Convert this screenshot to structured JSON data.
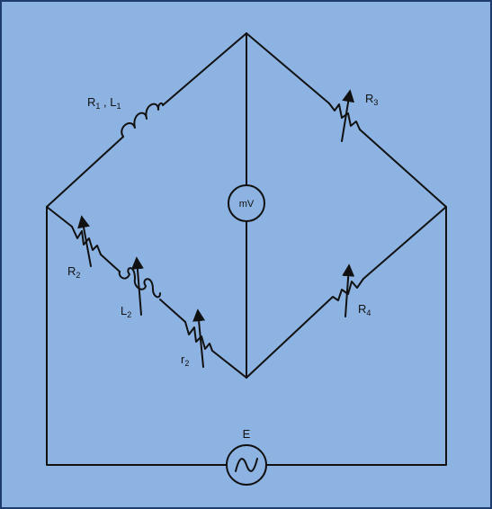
{
  "diagram": {
    "background": "#8db3e2",
    "border_color": "#1f3c6e",
    "wire_color": "#111111",
    "components": {
      "r1_l1": {
        "symbol": "R",
        "sub": "1",
        "sep": " , ",
        "symbol2": "L",
        "sub2": "1",
        "icon": "inductor-icon"
      },
      "r3": {
        "symbol": "R",
        "sub": "3",
        "icon": "variable-resistor-icon"
      },
      "r2": {
        "symbol": "R",
        "sub": "2",
        "icon": "variable-resistor-icon"
      },
      "l2": {
        "symbol": "L",
        "sub": "2",
        "icon": "variable-inductor-icon"
      },
      "r_small2": {
        "symbol": "r",
        "sub": "2",
        "icon": "variable-resistor-icon"
      },
      "r4": {
        "symbol": "R",
        "sub": "4",
        "icon": "variable-resistor-icon"
      },
      "meter": {
        "label": "mV",
        "icon": "millivoltmeter-icon"
      },
      "source": {
        "label": "E",
        "icon": "ac-source-icon"
      }
    }
  }
}
